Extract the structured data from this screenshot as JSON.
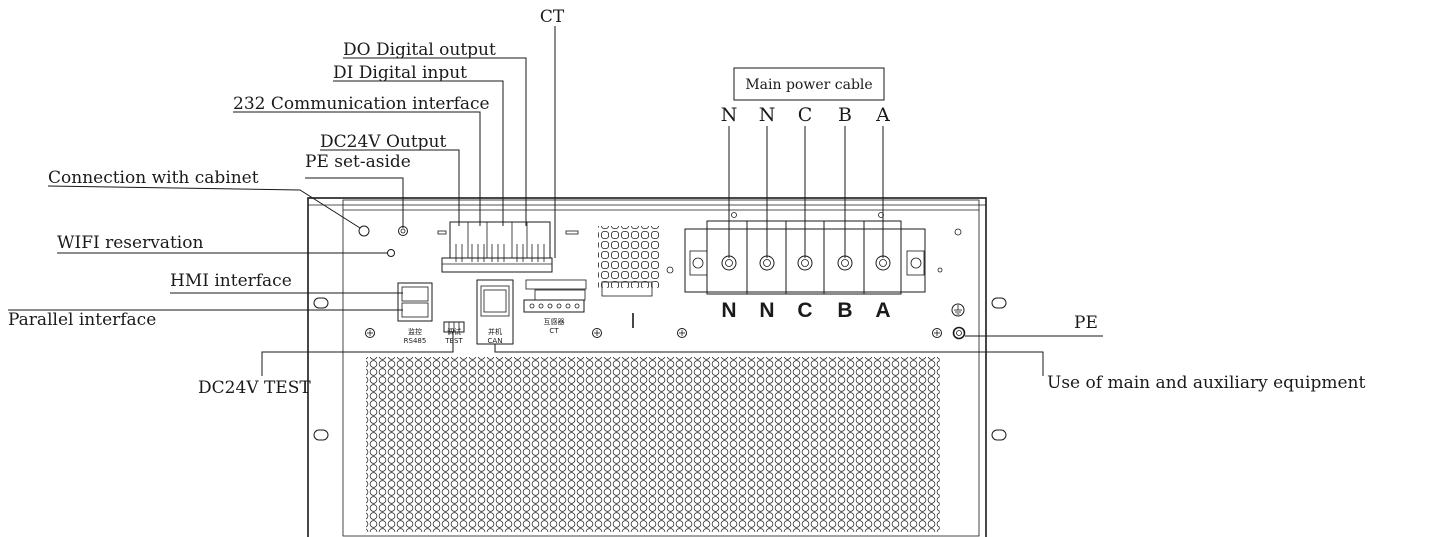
{
  "callouts": {
    "ct": "CT",
    "do": "DO Digital output",
    "di": "DI Digital input",
    "comm232": "232 Communication interface",
    "dc24v_output": "DC24V Output",
    "pe_setaside": "PE set-aside",
    "cabinet": "Connection with cabinet",
    "wifi": "WIFI reservation",
    "hmi": "HMI interface",
    "parallel": "Parallel interface",
    "dc24v_test": "DC24V TEST",
    "pe": "PE",
    "main_aux": "Use of main and auxiliary equipment",
    "main_power_cable": "Main power cable"
  },
  "cable_labels": [
    "N",
    "N",
    "C",
    "B",
    "A"
  ],
  "terminal_labels": [
    "N",
    "N",
    "C",
    "B",
    "A"
  ],
  "panel_labels": {
    "monitor_cn": "监控",
    "monitor_en": "RS485",
    "test_cn": "调试",
    "test_en": "TEST",
    "parallel_cn": "并机",
    "parallel_en": "CAN",
    "ct_cn": "互感器",
    "ct_en": "CT"
  }
}
